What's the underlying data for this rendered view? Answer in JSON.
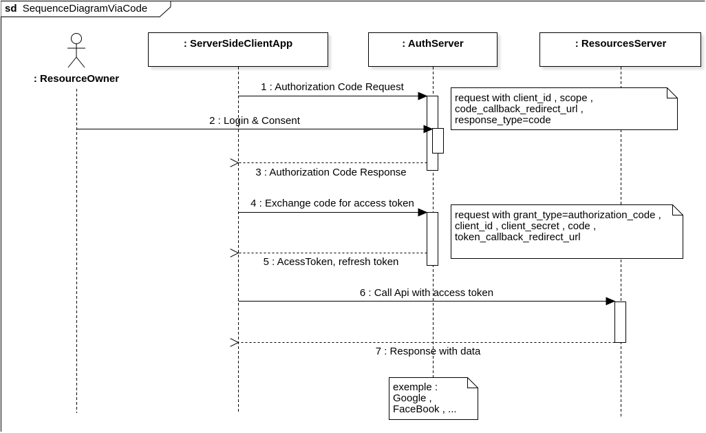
{
  "frame": {
    "keyword": "sd",
    "name": "SequenceDiagramViaCode"
  },
  "actor": {
    "label": ": ResourceOwner"
  },
  "participants": [
    {
      "id": "client",
      "label": ": ServerSideClientApp"
    },
    {
      "id": "auth",
      "label": ": AuthServer"
    },
    {
      "id": "res",
      "label": ": ResourcesServer"
    }
  ],
  "messages": [
    {
      "n": "1",
      "label": "1 : Authorization Code Request",
      "kind": "sync"
    },
    {
      "n": "2",
      "label": "2 : Login & Consent",
      "kind": "sync"
    },
    {
      "n": "3",
      "label": "3 : Authorization Code Response",
      "kind": "return"
    },
    {
      "n": "4",
      "label": "4 : Exchange code for access token",
      "kind": "sync"
    },
    {
      "n": "5",
      "label": "5 : AcessToken, refresh token",
      "kind": "return"
    },
    {
      "n": "6",
      "label": "6 : Call Api with access token",
      "kind": "sync"
    },
    {
      "n": "7",
      "label": "7 : Response with data",
      "kind": "return"
    }
  ],
  "notes": [
    {
      "id": "note1",
      "lines": [
        "request with client_id , scope ,",
        "code_callback_redirect_url ,",
        "response_type=code"
      ]
    },
    {
      "id": "note2",
      "lines": [
        "request with grant_type=authorization_code ,",
        "client_id , client_secret , code ,",
        "token_callback_redirect_url"
      ]
    },
    {
      "id": "note3",
      "lines": [
        "exemple :",
        "Google ,",
        "FaceBook , ..."
      ]
    }
  ]
}
